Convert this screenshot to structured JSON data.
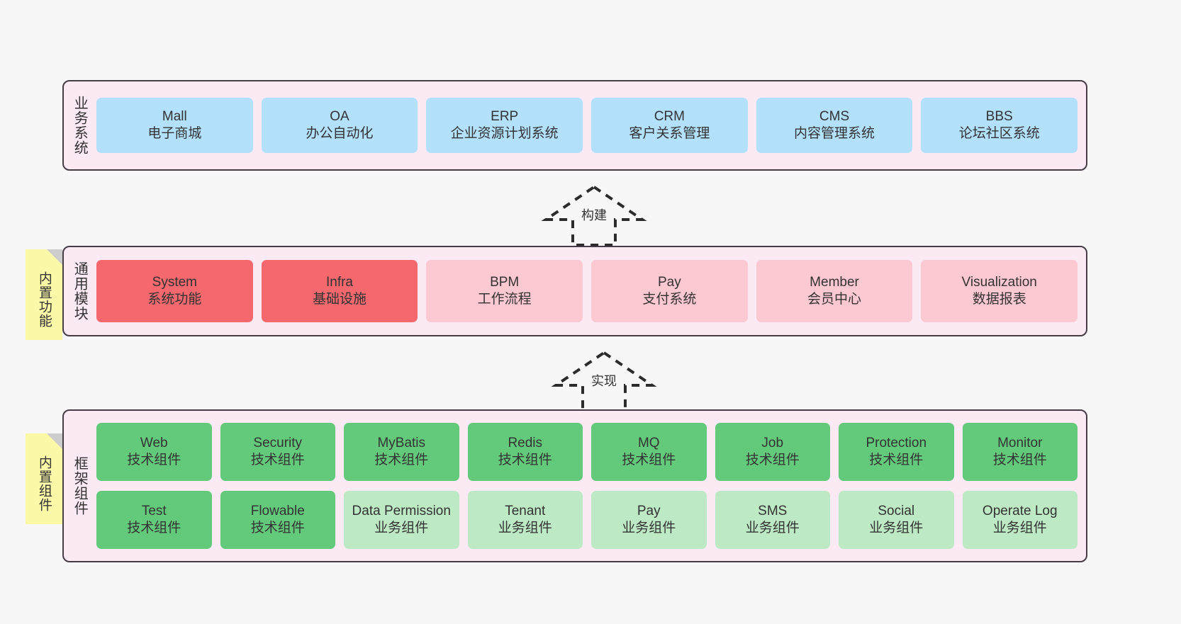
{
  "diagram": {
    "background": "#f7f7f7",
    "panel_fill": "#fbeaf4",
    "panel_stroke": "#463c46",
    "note_fill": "#fbf8a8"
  },
  "layers": [
    {
      "id": "business-systems",
      "label": "业务系统",
      "note": null,
      "color": "#b3e0fb",
      "rows": [
        {
          "nodes": [
            {
              "title": "Mall",
              "sub": "电子商城",
              "style": "blue"
            },
            {
              "title": "OA",
              "sub": "办公自动化",
              "style": "blue"
            },
            {
              "title": "ERP",
              "sub": "企业资源计划系统",
              "style": "blue"
            },
            {
              "title": "CRM",
              "sub": "客户关系管理",
              "style": "blue"
            },
            {
              "title": "CMS",
              "sub": "内容管理系统",
              "style": "blue"
            },
            {
              "title": "BBS",
              "sub": "论坛社区系统",
              "style": "blue"
            }
          ]
        }
      ]
    },
    {
      "id": "common-modules",
      "label": "通用模块",
      "note": "内置功能",
      "color": "#f4686e",
      "rows": [
        {
          "nodes": [
            {
              "title": "System",
              "sub": "系统功能",
              "style": "red"
            },
            {
              "title": "Infra",
              "sub": "基础设施",
              "style": "red"
            },
            {
              "title": "BPM",
              "sub": "工作流程",
              "style": "pink"
            },
            {
              "title": "Pay",
              "sub": "支付系统",
              "style": "pink"
            },
            {
              "title": "Member",
              "sub": "会员中心",
              "style": "pink"
            },
            {
              "title": "Visualization",
              "sub": "数据报表",
              "style": "pink"
            }
          ]
        }
      ]
    },
    {
      "id": "framework-components",
      "label": "框架组件",
      "note": "内置组件",
      "color": "#64ca7b",
      "rows": [
        {
          "nodes": [
            {
              "title": "Web",
              "sub": "技术组件",
              "style": "green"
            },
            {
              "title": "Security",
              "sub": "技术组件",
              "style": "green"
            },
            {
              "title": "MyBatis",
              "sub": "技术组件",
              "style": "green"
            },
            {
              "title": "Redis",
              "sub": "技术组件",
              "style": "green"
            },
            {
              "title": "MQ",
              "sub": "技术组件",
              "style": "green"
            },
            {
              "title": "Job",
              "sub": "技术组件",
              "style": "green"
            },
            {
              "title": "Protection",
              "sub": "技术组件",
              "style": "green"
            },
            {
              "title": "Monitor",
              "sub": "技术组件",
              "style": "green"
            }
          ]
        },
        {
          "nodes": [
            {
              "title": "Test",
              "sub": "技术组件",
              "style": "green"
            },
            {
              "title": "Flowable",
              "sub": "技术组件",
              "style": "green"
            },
            {
              "title": "Data Permission",
              "sub": "业务组件",
              "style": "lightgreen"
            },
            {
              "title": "Tenant",
              "sub": "业务组件",
              "style": "lightgreen"
            },
            {
              "title": "Pay",
              "sub": "业务组件",
              "style": "lightgreen"
            },
            {
              "title": "SMS",
              "sub": "业务组件",
              "style": "lightgreen"
            },
            {
              "title": "Social",
              "sub": "业务组件",
              "style": "lightgreen"
            },
            {
              "title": "Operate Log",
              "sub": "业务组件",
              "style": "lightgreen"
            }
          ]
        }
      ]
    }
  ],
  "connectors": [
    {
      "id": "build",
      "label": "构建",
      "from": "common-modules",
      "to": "business-systems"
    },
    {
      "id": "implement",
      "label": "实现",
      "from": "framework-components",
      "to": "common-modules"
    }
  ]
}
